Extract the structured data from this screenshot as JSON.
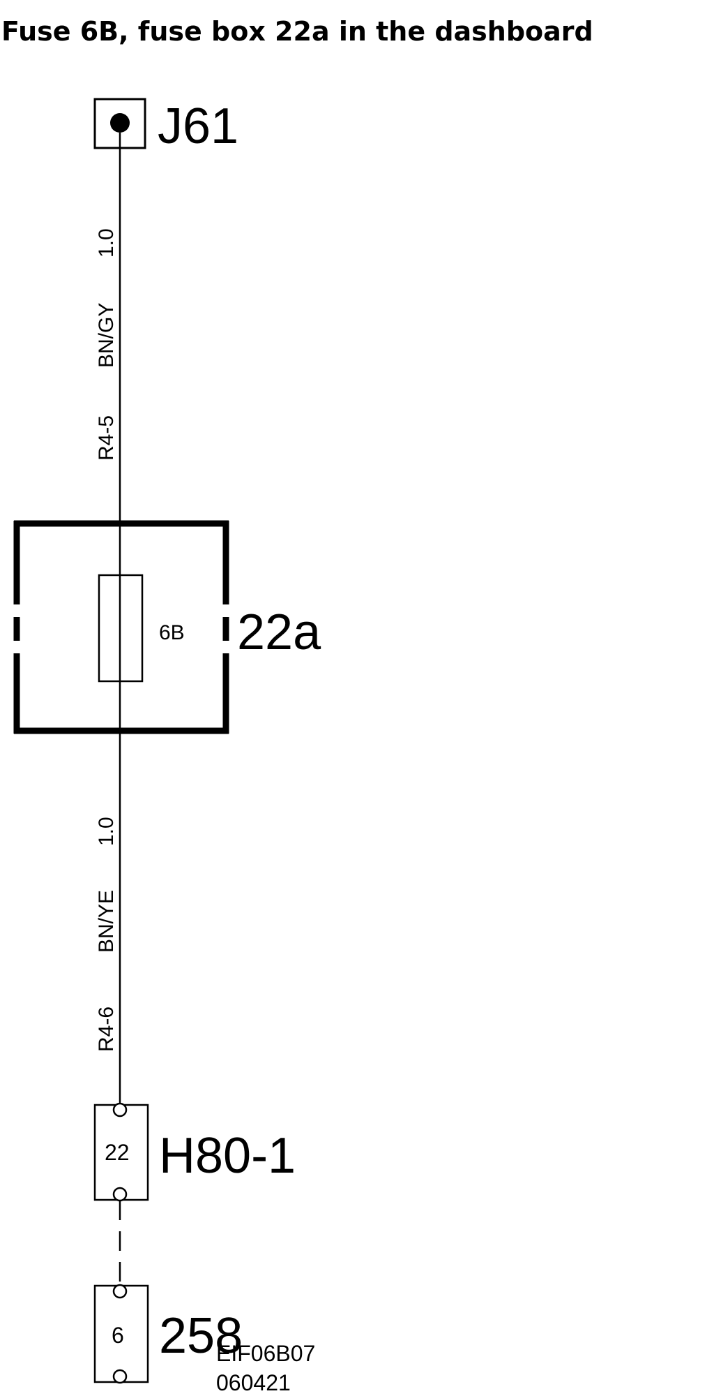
{
  "title": "Fuse 6B, fuse box 22a in the dashboard",
  "connectors": {
    "top": {
      "name": "J61"
    },
    "middle": {
      "name": "H80-1",
      "pin": "22"
    },
    "bottom": {
      "name": "258",
      "pin": "6"
    }
  },
  "fuse_box": {
    "name": "22a",
    "fuse": "6B"
  },
  "wires": {
    "upper": {
      "circuit": "R4-5",
      "color_code": "BN/GY",
      "size": "1.0"
    },
    "lower": {
      "circuit": "R4-6",
      "color_code": "BN/YE",
      "size": "1.0"
    }
  },
  "drawing_code": {
    "id": "EIF06B07",
    "date": "060421"
  },
  "colors": {
    "ink": "#000000",
    "background": "#ffffff"
  }
}
